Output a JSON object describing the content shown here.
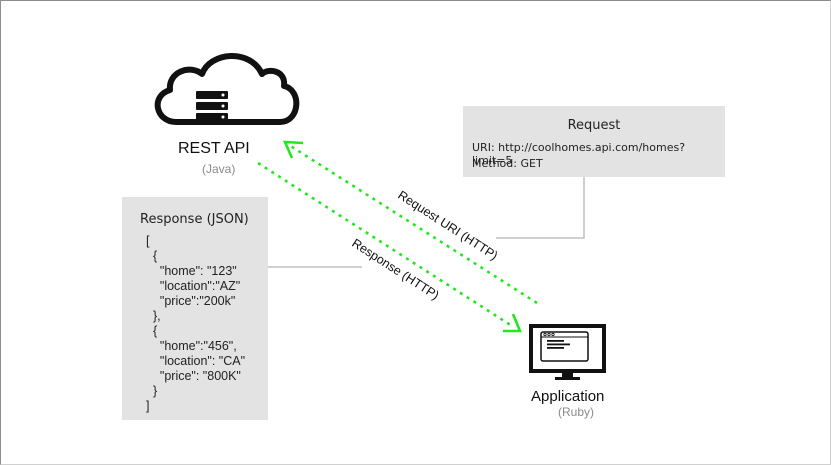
{
  "server": {
    "title": "REST API",
    "subtitle": "(Java)",
    "icon": "cloud-server-icon"
  },
  "client": {
    "title": "Application",
    "subtitle": "(Ruby)",
    "icon": "desktop-monitor-icon"
  },
  "request_box": {
    "title": "Request",
    "uri_label": "URI:",
    "uri_value": "http://coolhomes.api.com/homes?limit=5",
    "method_label": "Method:",
    "method_value": "GET"
  },
  "response_box": {
    "title": "Response (JSON)",
    "lines": [
      "[",
      "  {",
      "    \"home\": \"123\"",
      "    \"location\":\"AZ\"",
      "    \"price\":\"200k\"",
      "  },",
      "  {",
      "    \"home\":\"456\",",
      "    \"location\": \"CA\"",
      "    \"price\": \"800K\"",
      "  }",
      "]"
    ]
  },
  "arrows": {
    "request_label": "Request URI (HTTP)",
    "response_label": "Response (HTTP)",
    "color": "#22e822"
  },
  "colors": {
    "box_fill": "#e3e3e3",
    "connector": "#b5b5b5",
    "icon": "#111111"
  }
}
